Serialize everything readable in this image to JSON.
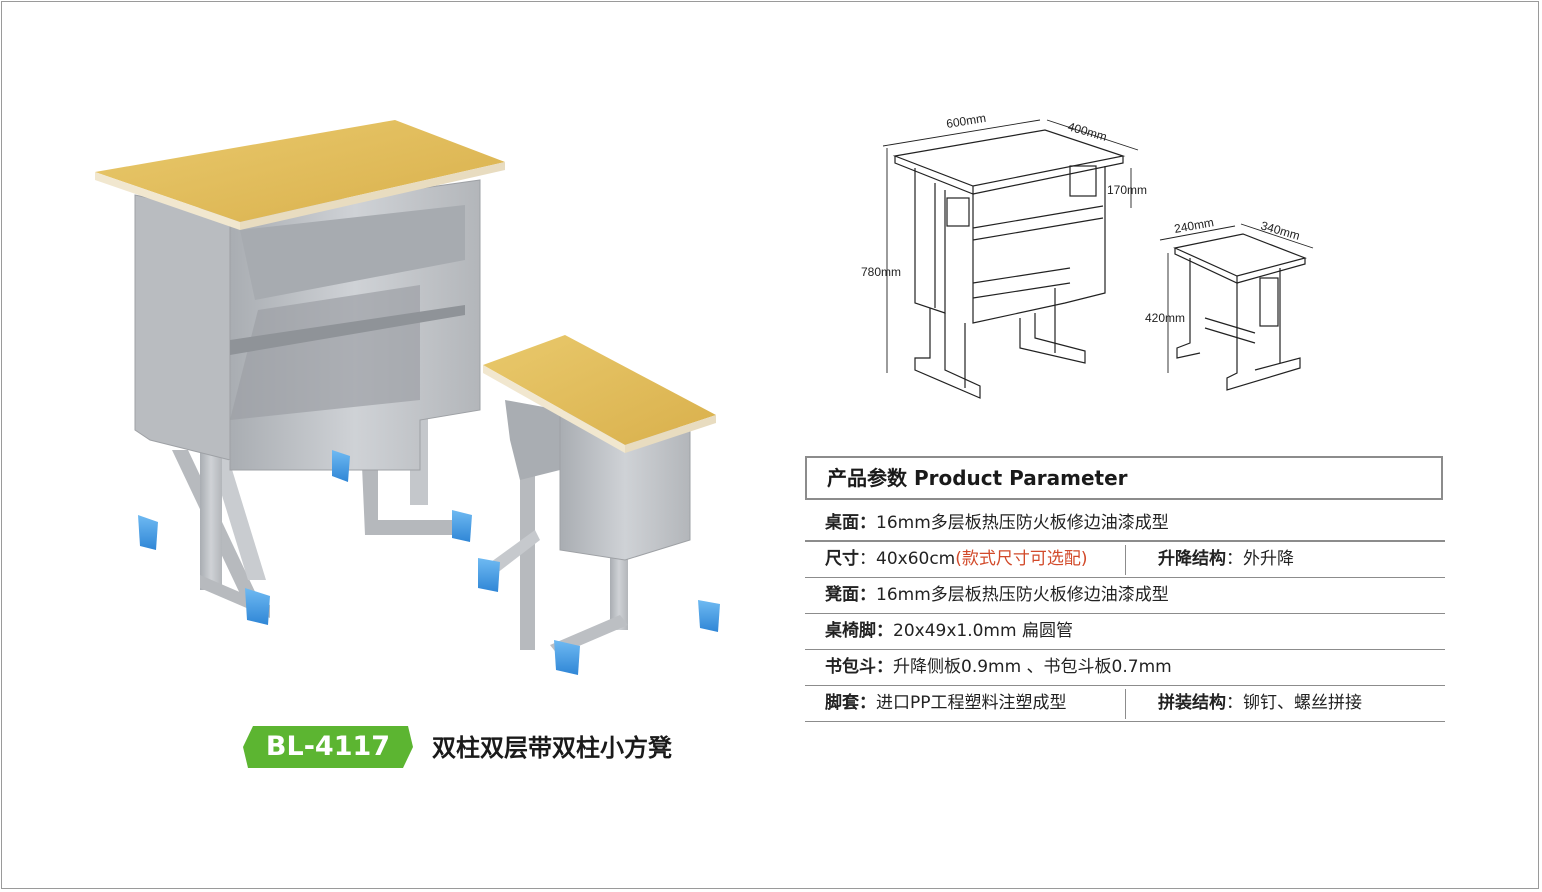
{
  "product": {
    "model": "BL-4117",
    "name": "双柱双层带双柱小方凳"
  },
  "drawing": {
    "desk_width": "600mm",
    "desk_depth": "400mm",
    "drawer_height": "170mm",
    "desk_height": "780mm",
    "stool_width": "240mm",
    "stool_depth": "340mm",
    "stool_height": "420mm"
  },
  "params": {
    "title": "产品参数 Product Parameter",
    "rows": [
      {
        "label": "桌面：",
        "value": "16mm多层板热压防火板修边油漆成型"
      },
      {
        "label": "尺寸",
        "value": "：40x60cm",
        "note": "(款式尺寸可选配)",
        "label2": "升降结构",
        "value2": "：外升降"
      },
      {
        "label": "凳面：",
        "value": "16mm多层板热压防火板修边油漆成型"
      },
      {
        "label": "桌椅脚：",
        "value": "20x49x1.0mm 扁圆管"
      },
      {
        "label": "书包斗：",
        "value": "升降侧板0.9mm 、书包斗板0.7mm"
      },
      {
        "label": "脚套：",
        "value": "进口PP工程塑料注塑成型",
        "label2": "拼装结构",
        "value2": "：铆钉、螺丝拼接"
      }
    ]
  },
  "colors": {
    "badge_green": "#5cb531",
    "wood": "#e6c466",
    "metal": "#bfc2c6",
    "foot_blue": "#3f9ee8",
    "note_red": "#d24a2a"
  }
}
